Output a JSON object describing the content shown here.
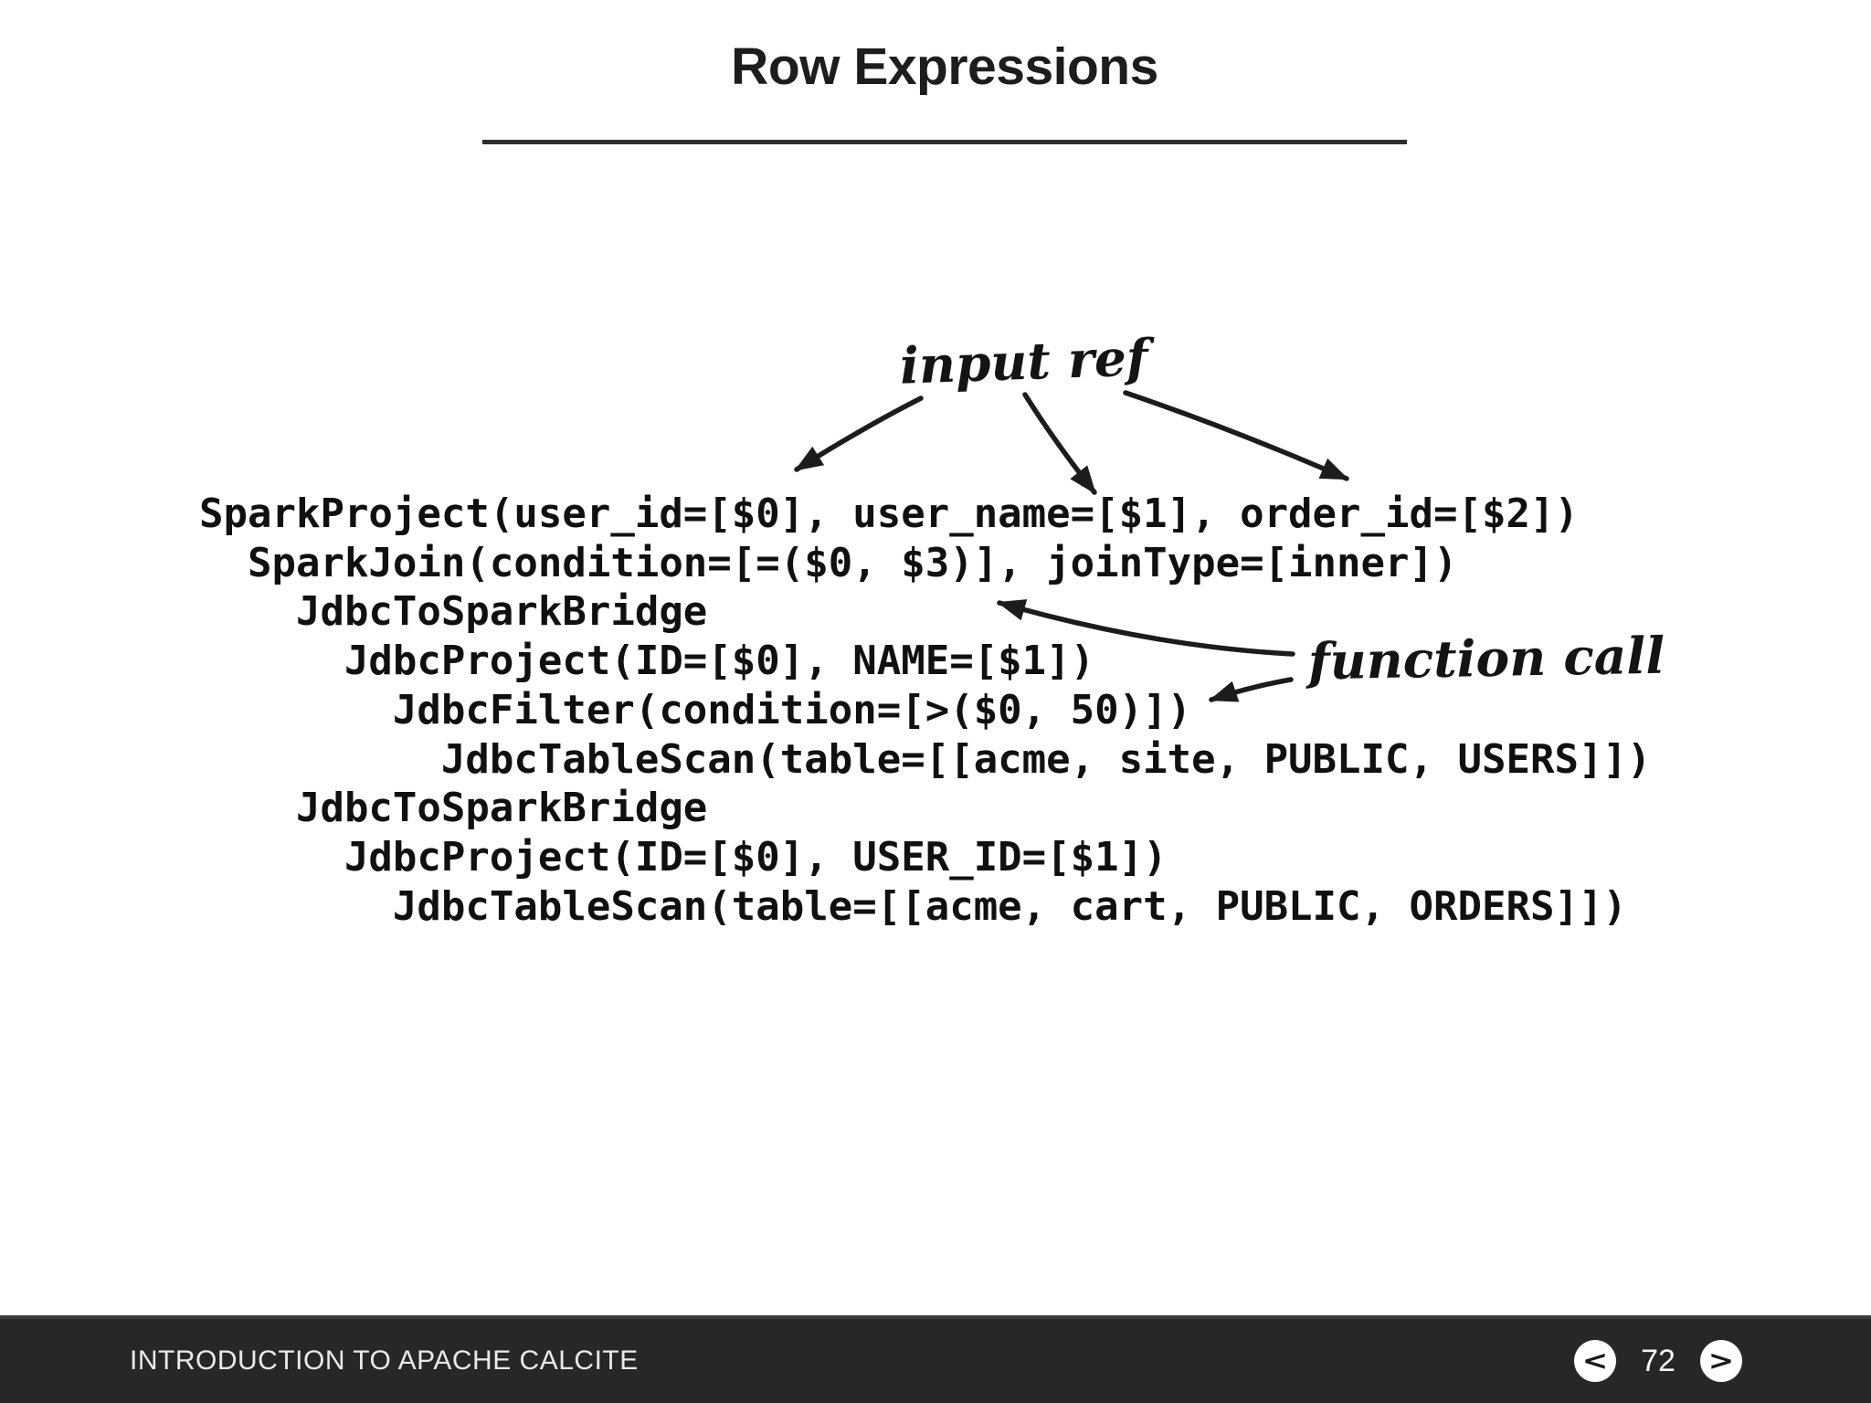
{
  "slide": {
    "title": "Row Expressions",
    "code": "SparkProject(user_id=[$0], user_name=[$1], order_id=[$2])\n  SparkJoin(condition=[=($0, $3)], joinType=[inner])\n    JdbcToSparkBridge\n      JdbcProject(ID=[$0], NAME=[$1])\n        JdbcFilter(condition=[>($0, 50)])\n          JdbcTableScan(table=[[acme, site, PUBLIC, USERS]])\n    JdbcToSparkBridge\n      JdbcProject(ID=[$0], USER_ID=[$1])\n        JdbcTableScan(table=[[acme, cart, PUBLIC, ORDERS]])",
    "annotations": {
      "input_ref": "input ref",
      "function_call": "function call"
    }
  },
  "footer": {
    "title": "INTRODUCTION TO APACHE CALCITE",
    "page_number": "72",
    "prev_icon": "<",
    "next_icon": ">"
  },
  "colors": {
    "footer_bg": "#272727",
    "footer_text": "#e9e9e9",
    "ink": "#1c1c1c",
    "title_text": "#1d1d1d",
    "nav_circle": "#ffffff"
  }
}
